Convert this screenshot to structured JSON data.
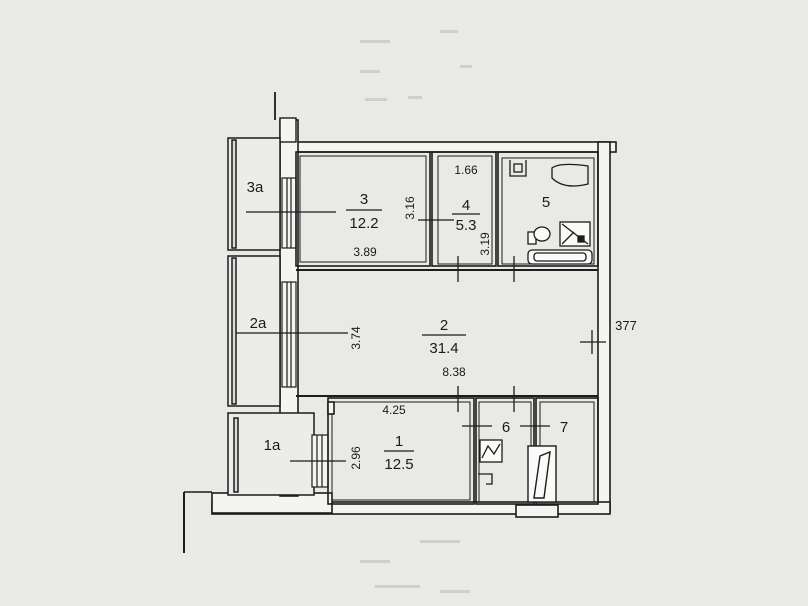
{
  "plan": {
    "corner_label": "377",
    "rooms": [
      {
        "id": "3a",
        "number": "3a"
      },
      {
        "id": "3",
        "number": "3",
        "area": "12.2",
        "width": "3.89",
        "depth": "3.16"
      },
      {
        "id": "4",
        "number": "4",
        "area": "5.3",
        "width": "1.66",
        "depth": "3.19"
      },
      {
        "id": "5",
        "number": "5"
      },
      {
        "id": "2a",
        "number": "2a"
      },
      {
        "id": "2",
        "number": "2",
        "area": "31.4",
        "width": "8.38",
        "depth": "3.74"
      },
      {
        "id": "1a",
        "number": "1a"
      },
      {
        "id": "1",
        "number": "1",
        "area": "12.5",
        "width": "4.25",
        "depth": "2.96"
      },
      {
        "id": "6",
        "number": "6"
      },
      {
        "id": "7",
        "number": "7"
      }
    ],
    "fixtures": [
      "bathtub-icon",
      "toilet-icon",
      "sink-icon",
      "stove-icon",
      "kitchen-sink-icon",
      "shower-icon",
      "utility-riser-icon"
    ],
    "colors": {
      "paper": "#e9e9e6",
      "wall": "#1c1c1c",
      "fill": "#f4f4f2"
    }
  }
}
